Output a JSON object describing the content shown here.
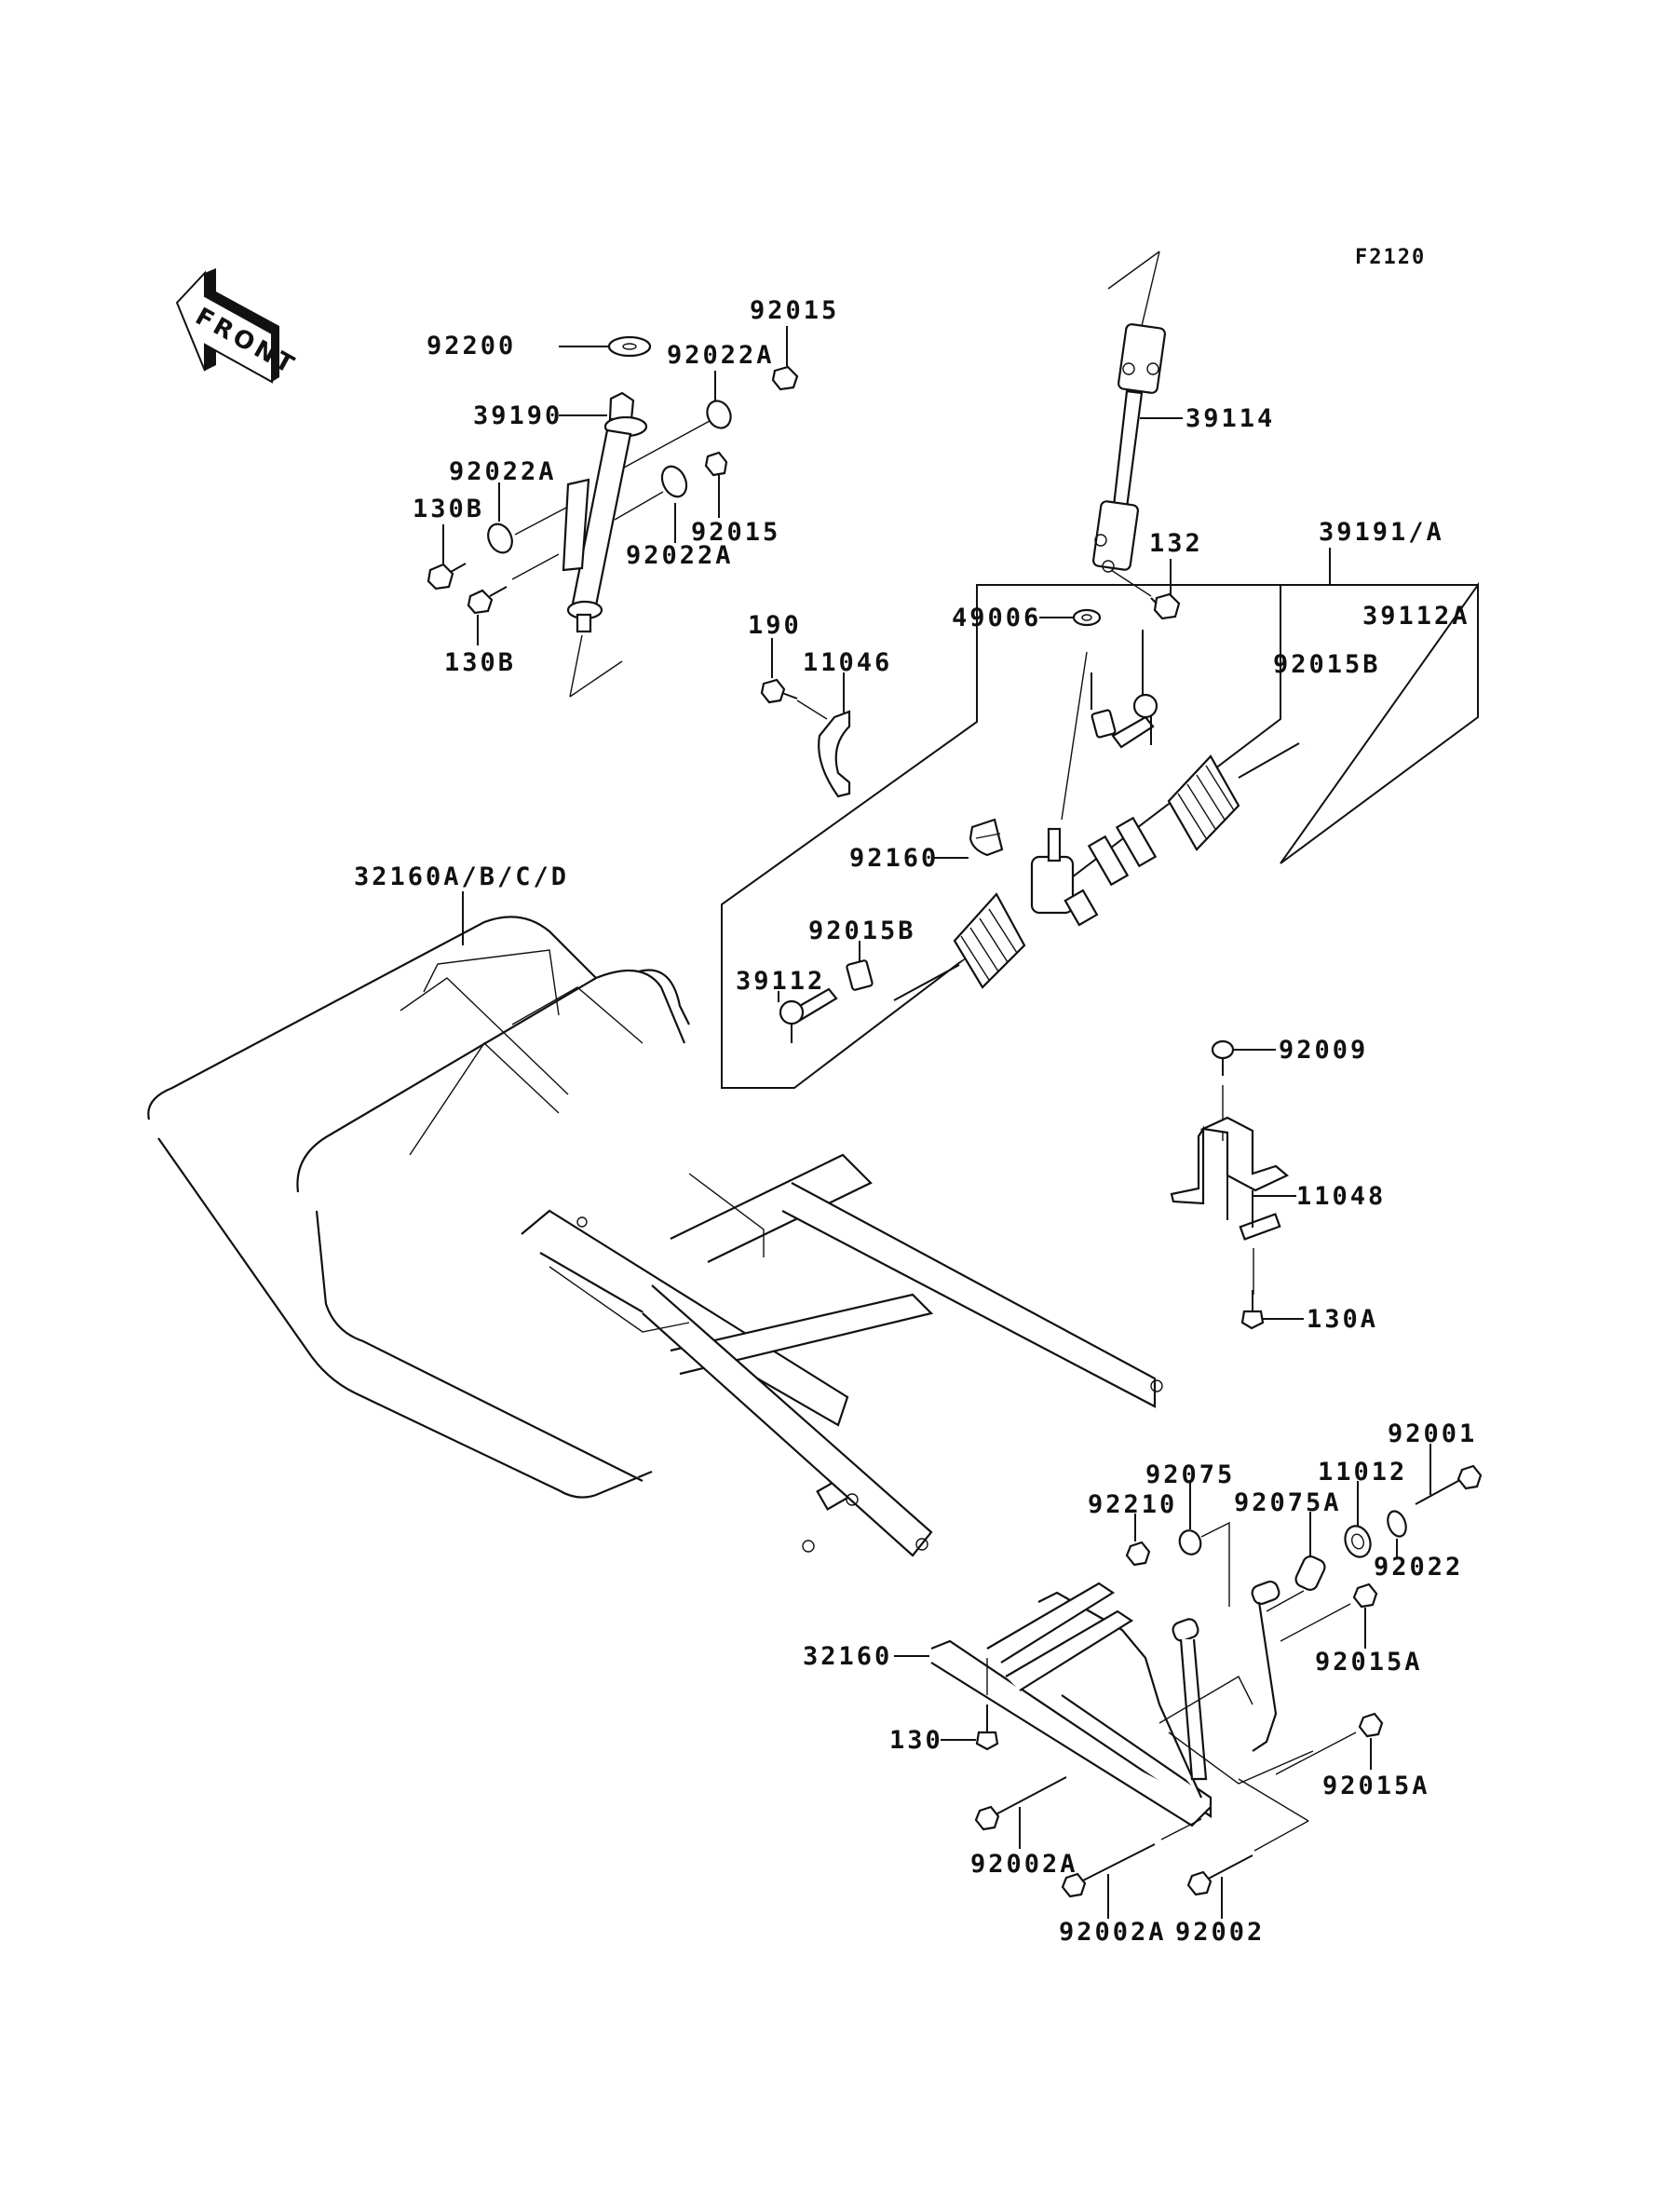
{
  "diagram": {
    "figure_code": "F2120",
    "front_indicator": "FRONT",
    "callouts": {
      "washer_92200": "92200",
      "nut_92015_top": "92015",
      "washer_92022A_top": "92022A",
      "column_39190": "39190",
      "washer_92022A_left": "92022A",
      "bolt_130B_top": "130B",
      "nut_92015_mid": "92015",
      "washer_92022A_mid": "92022A",
      "bolt_130B_bottom": "130B",
      "shaft_39114": "39114",
      "bolt_132": "132",
      "assembly_39191A": "39191/A",
      "seal_49006": "49006",
      "tie_rod_end_39112A": "39112A",
      "bolt_190": "190",
      "clamp_11046": "11046",
      "nut_92015B_right": "92015B",
      "bushing_92160": "92160",
      "frame_32160ABCD": "32160A/B/C/D",
      "nut_92015B_left": "92015B",
      "tie_rod_end_39112": "39112",
      "screw_92009": "92009",
      "bracket_11048": "11048",
      "bolt_130A": "130A",
      "bolt_92001": "92001",
      "collar_92075": "92075",
      "bearing_11012": "11012",
      "nut_92210": "92210",
      "collar_92075A": "92075A",
      "washer_92022": "92022",
      "subframe_32160": "32160",
      "nut_92015A_top": "92015A",
      "bolt_130": "130",
      "nut_92015A_bottom": "92015A",
      "bolt_92002A_left": "92002A",
      "bolt_92002A_mid": "92002A",
      "bolt_92002": "92002"
    }
  }
}
